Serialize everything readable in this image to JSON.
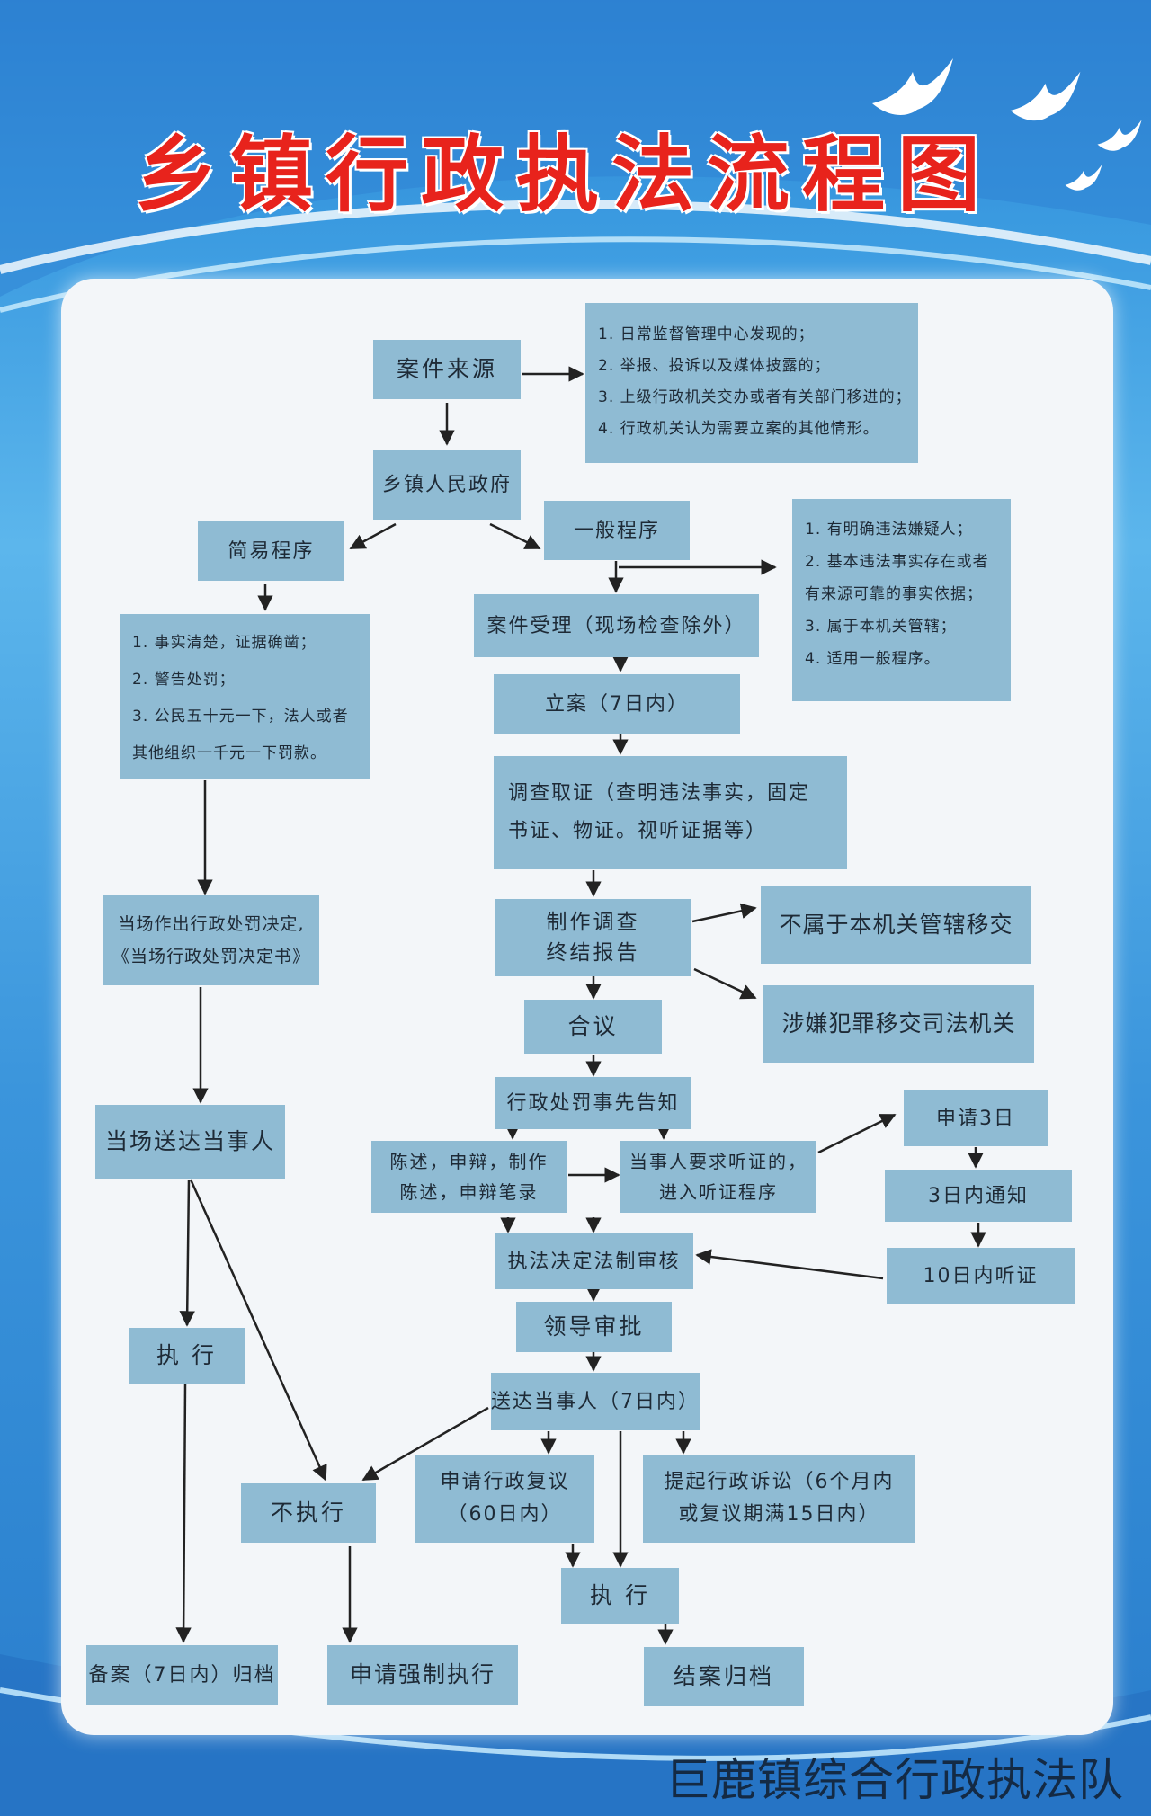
{
  "poster": {
    "title": "乡镇行政执法流程图",
    "footer": "巨鹿镇综合行政执法队"
  },
  "diagram": {
    "nodes": {
      "case_source": "案件来源",
      "township_gov": "乡镇人民政府",
      "simple_procedure": "简易程序",
      "general_procedure": "一般程序",
      "case_acceptance": "案件受理（现场检查除外）",
      "filing": "立案（7日内）",
      "investigation": "调查取证（查明违法事实，固定书证、物证。视听证据等）",
      "investigation_report": "制作调查终结报告",
      "transfer_not_jurisdiction": "不属于本机关管辖移交",
      "transfer_judicial": "涉嫌犯罪移交司法机关",
      "deliberation": "合议",
      "prior_notice": "行政处罚事先告知",
      "statement_defense": "陈述，申辩，制作陈述，申辩笔录",
      "hearing_request": "当事人要求听证的，进入听证程序",
      "apply_3days": "申请3日",
      "notify_3days": "3日内通知",
      "hearing_10days": "10日内听证",
      "legal_review": "执法决定法制审核",
      "leader_approval": "领导审批",
      "deliver_party": "送达当事人（7日内）",
      "onsite_decision": "当场作出行政处罚决定,《当场行政处罚决定书》",
      "onsite_delivery": "当场送达当事人",
      "execute_left": "执 行",
      "not_execute": "不执行",
      "admin_review": "申请行政复议（60日内）",
      "admin_litigation": "提起行政诉讼（6个月内或复议期满15日内）",
      "execute_bottom": "执 行",
      "record_archive": "备案（7日内）归档",
      "apply_enforcement": "申请强制执行",
      "close_archive": "结案归档"
    },
    "source_list": [
      "1. 日常监督管理中心发现的；",
      "2. 举报、投诉以及媒体披露的；",
      "3. 上级行政机关交办或者有关部门移进的；",
      "4. 行政机关认为需要立案的其他情形。"
    ],
    "simple_list": [
      "1. 事实清楚，证据确凿；",
      "2. 警告处罚；",
      "3. 公民五十元一下，法人或者",
      "其他组织一千元一下罚款。"
    ],
    "general_list": [
      "1. 有明确违法嫌疑人；",
      "2. 基本违法事实存在或者",
      "有来源可靠的事实依据；",
      "3. 属于本机关管辖；",
      "4. 适用一般程序。"
    ]
  },
  "colors": {
    "node_fill": "#8fbbd3",
    "title_red": "#e8231c",
    "panel": "#f3f6f9"
  }
}
